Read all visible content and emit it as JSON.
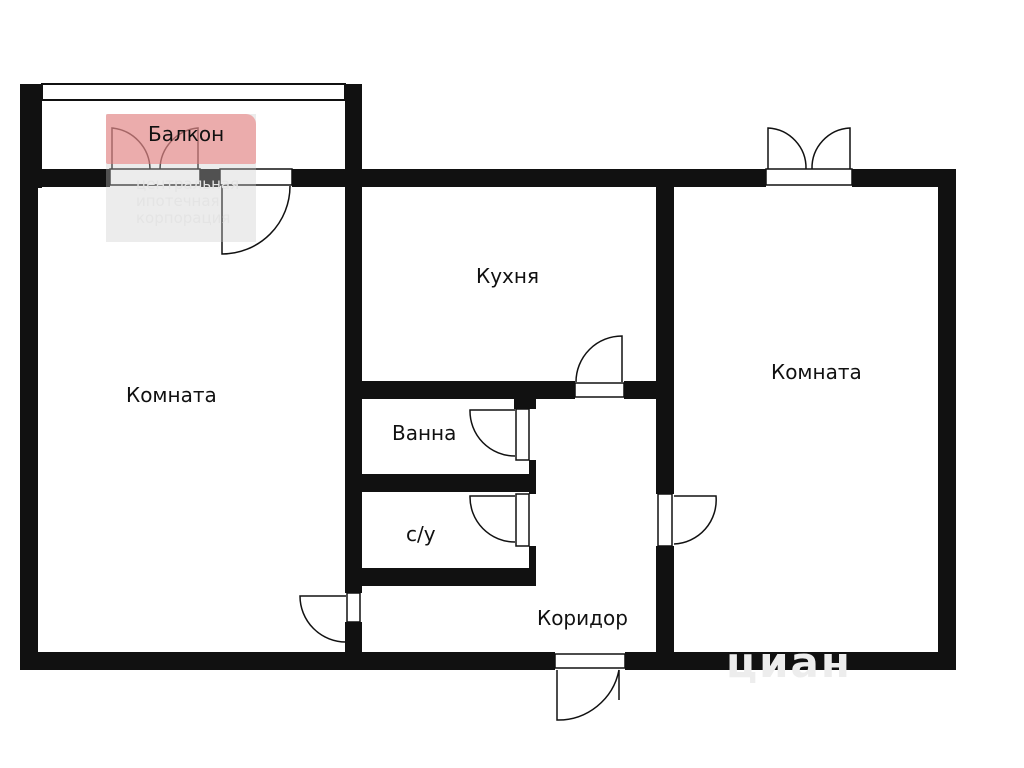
{
  "rooms": {
    "balcony": "Балкон",
    "room_left": "Комната",
    "kitchen": "Кухня",
    "room_right": "Комната",
    "bath": "Ванна",
    "toilet": "с/у",
    "corridor": "Коридор"
  },
  "watermark": {
    "line1": "центральная",
    "line2": "ипотечная",
    "line3": "корпорация"
  },
  "site_watermark": "циан",
  "colors": {
    "wall": "#111111",
    "background": "#ffffff"
  }
}
